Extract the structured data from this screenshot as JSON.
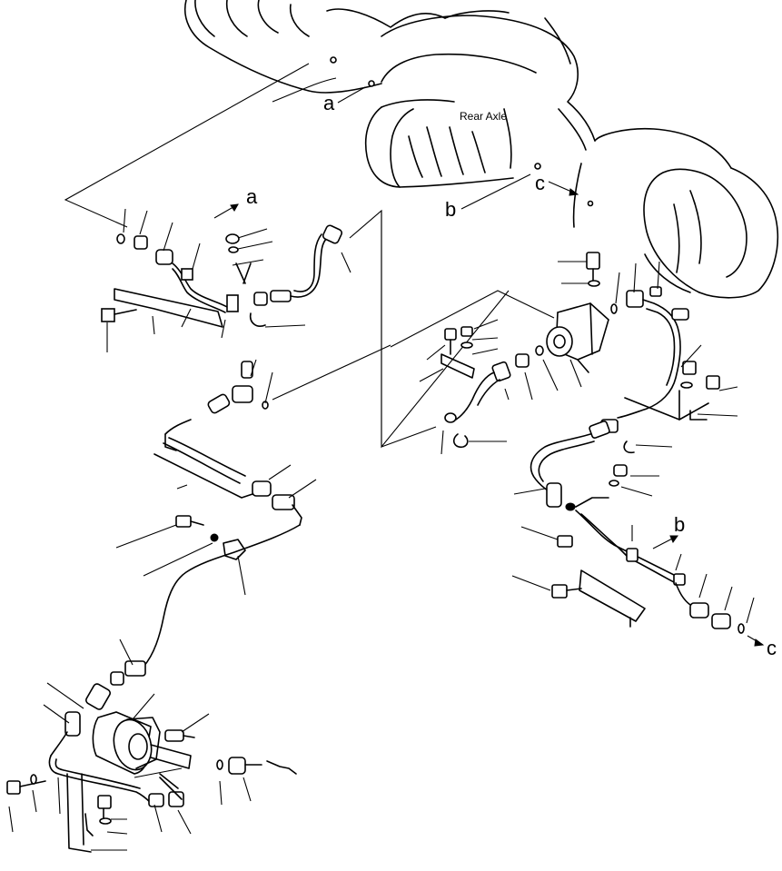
{
  "diagram": {
    "axle_label": "Rear Axle",
    "callouts": {
      "a_top": "a",
      "a_arrow": "a",
      "b_axle": "b",
      "c_axle": "c",
      "b_arrow": "b",
      "c_arrow": "c"
    }
  }
}
